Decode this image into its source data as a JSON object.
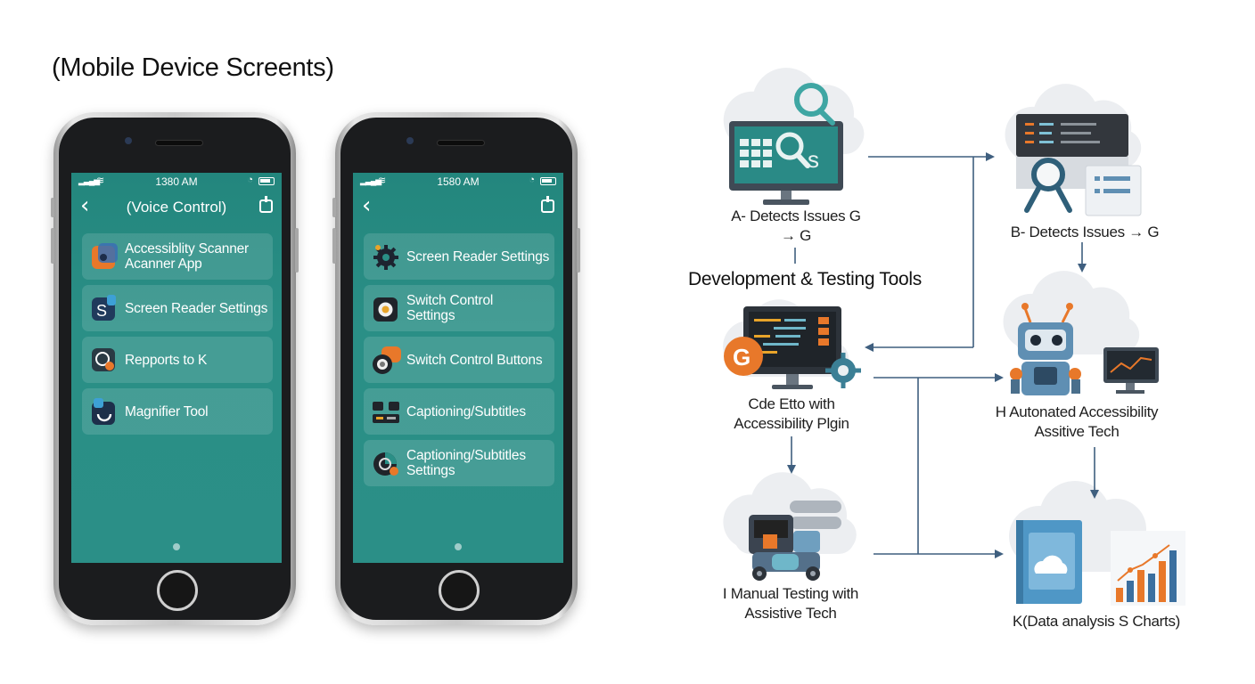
{
  "page_title": "(Mobile Device Screents)",
  "phones": [
    {
      "status": {
        "time": "1380 AM"
      },
      "nav_title": "(Voice Control)",
      "items": [
        {
          "label": "Accessiblity Scanner\nAcanner App",
          "icon": "scanner-app-icon"
        },
        {
          "label": "Screen Reader Settings",
          "icon": "screen-reader-icon"
        },
        {
          "label": "Repports to K",
          "icon": "reports-icon"
        },
        {
          "label": "Magnifier Tool",
          "icon": "magnifier-icon"
        }
      ]
    },
    {
      "status": {
        "time": "1580 AM"
      },
      "nav_title": "",
      "items": [
        {
          "label": "Screen Reader Settings",
          "icon": "gear-icon"
        },
        {
          "label": "Switch Control\nSettings",
          "icon": "switch-control-icon"
        },
        {
          "label": "Switch Control Buttons",
          "icon": "switch-buttons-icon"
        },
        {
          "label": "Captioning/Subtitles",
          "icon": "captioning-icon"
        },
        {
          "label": "Captioning/Subtitles\nSettings",
          "icon": "captioning-settings-icon"
        }
      ]
    }
  ],
  "diagram": {
    "section_label": "Development & Testing Tools",
    "nodes": {
      "a": {
        "label": "A- Detects Issues G\n→ G",
        "icon": "computer-search-icon"
      },
      "b": {
        "label": "B- Detects Issues → G",
        "icon": "server-search-icon"
      },
      "g": {
        "label": "Cde Etto with\nAccessibility Plgin",
        "icon": "code-editor-icon",
        "badge": "G"
      },
      "h": {
        "label": "H Autonated Accessibility\nAssitive Tech",
        "icon": "robot-icon"
      },
      "i": {
        "label": "I Manual Testing with\nAssistive Tech",
        "icon": "manual-testing-icon"
      },
      "k": {
        "label": "K(Data analysis S Charts)",
        "icon": "bar-chart-icon"
      }
    },
    "colors": {
      "arrow": "#3f5f7f",
      "teal": "#2a8a86",
      "orange": "#e8782a",
      "cloud": "#eef0f2"
    }
  }
}
